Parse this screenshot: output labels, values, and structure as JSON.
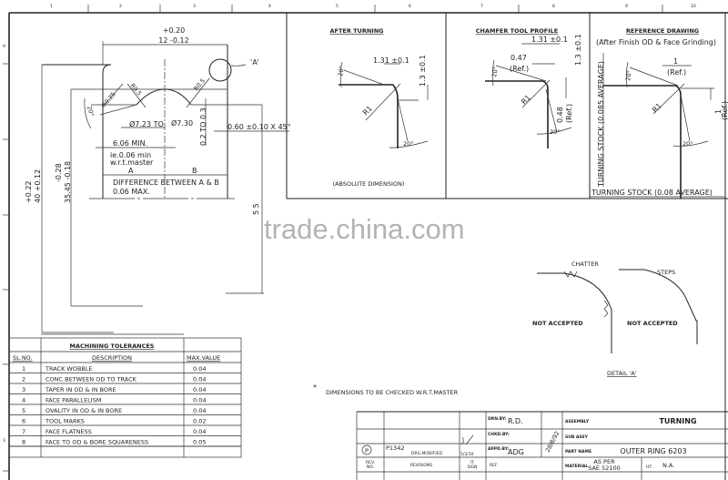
{
  "ruler": {
    "top": [
      "1",
      "2",
      "3",
      "4",
      "5",
      "6",
      "7",
      "8",
      "9",
      "10"
    ],
    "left": [
      "H",
      "3"
    ]
  },
  "main_view": {
    "width_tol_upper": "+0.20",
    "width_dim": "12 -0.12",
    "detail_ref": "'A'",
    "r025": "R0.25",
    "r05_left": "R0.5",
    "r05_right": "R0.5",
    "angle": "20°",
    "dia_from": "Ø7.23 TO",
    "dia_to": "Ø7.30",
    "depth": "0.2 TO 0.3",
    "chamfer": "0.60 ±0.10 X 45°",
    "min_dim": "6.06 MIN.",
    "note_line1": "ie.0.06 min",
    "note_line2": "w.r.t.master",
    "label_a": "A",
    "label_b": "B",
    "diff_line1": "DIFFERENCE BETWEEN A & B",
    "diff_line2": "0.06 MAX.",
    "od_tol_upper": "+0.22",
    "od_dim": "40 +0.12",
    "track_tol_lower": "-0.28",
    "track_dim": "35.45 -0.18",
    "right_dim": "5 5"
  },
  "after_turning": {
    "title": "AFTER TURNING",
    "dim_h": "1.31 ±0.1",
    "dim_v": "1.3 ±0.1",
    "radius": "R1",
    "angle_top": "20°",
    "angle_bottom": "20°",
    "note": "(ABSOLUTE DIMENSION)"
  },
  "chamfer_tool": {
    "title": "CHAMFER TOOL PROFILE",
    "dim_h": "1.31 ±0.1",
    "dim_ref_h": "0.47",
    "ref_label": "(Ref.)",
    "dim_v": "1.3 ±0.1",
    "dim_ref_v": "0.48",
    "ref_label_v": "(Ref.)",
    "radius": "R1",
    "angle_top": "20°",
    "angle_bottom": "20°"
  },
  "reference_drawing": {
    "title": "REFERENCE DRAWING",
    "subtitle": "(After Finish OD & Face Grinding)",
    "stock_vertical": "TURNING STOCK (0.085 AVERAGE)",
    "stock_horizontal": "TURNING STOCK (0.08 AVERAGE)",
    "dim_h": "1",
    "ref_h": "(Ref.)",
    "dim_v": "1",
    "ref_v": "(Ref.)",
    "radius": "R1",
    "angle_top": "20°",
    "angle_bottom": "20°"
  },
  "detail_a": {
    "chatter": "CHATTER",
    "steps": "STEPS",
    "not_accepted_1": "NOT ACCEPTED",
    "not_accepted_2": "NOT ACCEPTED",
    "title": "DETAIL 'A'"
  },
  "watermark": "trade.china.com",
  "note": {
    "bullet": "*",
    "text": "DIMENSIONS TO BE CHECKED W.R.T.MASTER"
  },
  "tolerances": {
    "title": "MACHINING TOLERANCES",
    "columns": [
      "SL.NO.",
      "DESCRIPTION",
      "MAX.VALUE"
    ],
    "rows": [
      [
        "1",
        "TRACK WOBBLE",
        "0.04"
      ],
      [
        "2",
        "CONC.BETWEEN  OD TO TRACK",
        "0.04"
      ],
      [
        "3",
        "TAPER IN OD & IN BORE",
        "0.04"
      ],
      [
        "4",
        "FACE PARALLELISM",
        "0.04"
      ],
      [
        "5",
        "OVALITY IN OD & IN BORE",
        "0.04"
      ],
      [
        "6",
        "TOOL MARKS",
        "0.02"
      ],
      [
        "7",
        "FACE FLATNESS",
        "0.04"
      ],
      [
        "8",
        "FACE TO OD & BORE SQUARENESS",
        "0.05"
      ]
    ]
  },
  "title_block": {
    "drawn_by_label": "DRN.BY:",
    "drawn_by": "R.D.",
    "checked_by_label": "CHKD.BY:",
    "approved_by_label": "APPD.BY:",
    "approved_by": "ADG",
    "date": "28/8/92",
    "rev_symbol": "P",
    "rev_number": "P1342",
    "rev_desc": "DRG.MODIFIED",
    "rev_date": "5/3/10",
    "rev_no_label_1": "REV.",
    "rev_no_label_2": "NO.",
    "revisions_label": "REVISIONS",
    "sign_label_1": "IT.",
    "sign_label_2": "SIGN",
    "ref_label": "REF",
    "assembly_label": "ASSEMBLY",
    "assembly": "TURNING",
    "sub_assy_label": "SUB ASSY",
    "part_name_label": "PART NAME",
    "part_name": "OUTER RING 6203",
    "material_label": "MATERIAL",
    "material_1": "AS PER",
    "material_2": "SAE 52100",
    "ht_label": "HT.",
    "ht": "N.A."
  }
}
